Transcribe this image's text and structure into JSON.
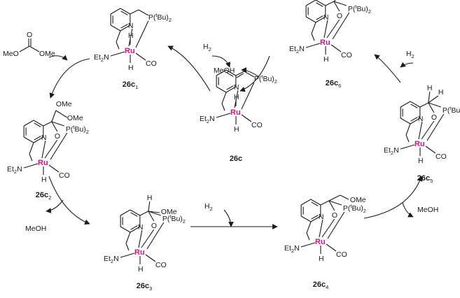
{
  "labels": {
    "et2n": "Et",
    "et2n_sub": "2",
    "et2n_n": "N",
    "ru": "Ru",
    "co": "CO",
    "h": "H",
    "n": "N",
    "o": "O",
    "p_prefix": "P(",
    "p_t": "t",
    "p_suffix": "Bu)",
    "p_sub": "2",
    "me": "Me",
    "ome": "OMe",
    "meo": "MeO"
  },
  "compounds": {
    "c26": "26c",
    "c26_1": "26c",
    "c26_1_sub": "1",
    "c26_2": "26c",
    "c26_2_sub": "2",
    "c26_3": "26c",
    "c26_3_sub": "3",
    "c26_4": "26c",
    "c26_4_sub": "4",
    "c26_5": "26c",
    "c26_5_sub": "5",
    "c26_6": "26c",
    "c26_6_sub": "6"
  },
  "reagents": {
    "h2": "H",
    "h2_sub": "2",
    "meoh": "MeOH",
    "dmc_meo": "MeO",
    "dmc_ome": "OMe",
    "dmc_o": "O"
  }
}
